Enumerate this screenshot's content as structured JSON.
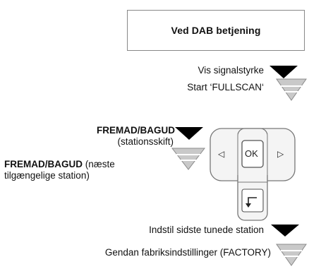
{
  "header": {
    "title": "Ved DAB betjening"
  },
  "items": {
    "signal": "Vis signalstyrke",
    "fullscan": "Start ‘FULLSCAN‘",
    "fremad1_bold": "FREMAD/BAGUD",
    "fremad1_rest": "(stationsskift)",
    "fremad2_bold": "FREMAD/BAGUD",
    "fremad2_rest": " (næste",
    "fremad2_line2": "tilgængelige station)",
    "last_tuned": "Indstil sidste tunede station",
    "factory": "Gendan fabriksindstillinger (FACTORY)"
  },
  "remote": {
    "left": "◁",
    "ok": "OK",
    "right": "▷"
  },
  "icons": {
    "press_short": "solid-black-triangle-icon",
    "press_long": "striped-gray-triangle-icon"
  }
}
